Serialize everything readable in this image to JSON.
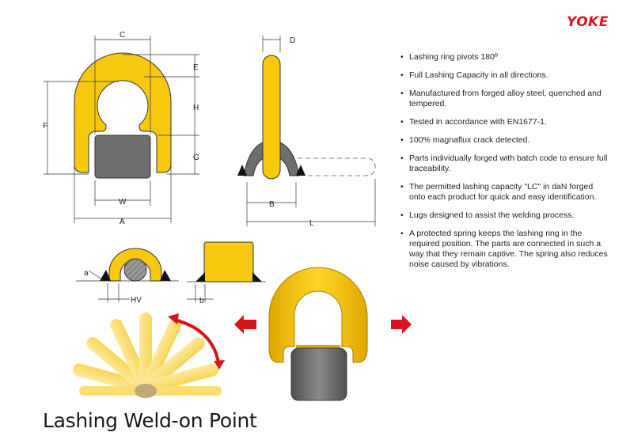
{
  "brand": {
    "logo_text": "YOKE"
  },
  "dimensions": {
    "A": "A",
    "B": "B",
    "C": "C",
    "D": "D",
    "E": "E",
    "F": "F",
    "G": "G",
    "H": "H",
    "L": "L",
    "W": "W",
    "a": "a",
    "b": "b",
    "HV": "HV"
  },
  "features": [
    "Lashing ring pivots 180º",
    "Full Lashing Capacity in all directions.",
    "Manufactured from forged alloy steel, quenched and tempered.",
    "Tested in accordance with EN1677-1.",
    "100% magnaflux crack detected.",
    "Parts individually forged with batch code to ensure full traceability.",
    "The permitted lashing capacity \"LC\" in daN forged onto each product for quick and easy identification.",
    "Lugs designed to assist the welding process.",
    "A protected spring keeps the lashing ring in the required position. The parts are connected in such a way that they remain captive. The spring also reduces noise caused by vibrations."
  ],
  "colors": {
    "ring_yellow": "#f6c80f",
    "body_gray": "#6e6e6e",
    "arrow_red": "#d9141c",
    "logo_red": "#d9141c"
  },
  "product_title": "Lashing Weld-on Point"
}
